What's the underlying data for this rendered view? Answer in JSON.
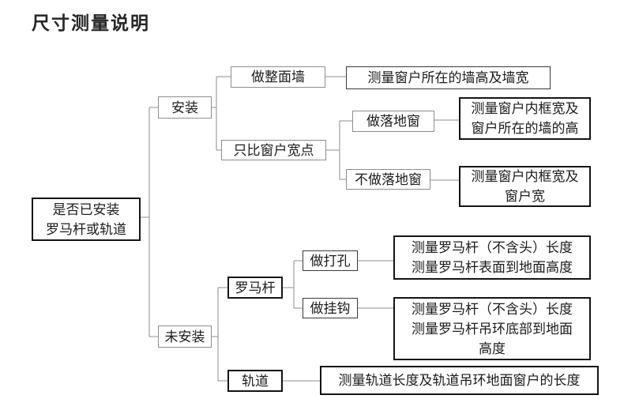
{
  "title": "尺寸测量说明",
  "colors": {
    "background": "#ffffff",
    "text": "#1c1c1c",
    "connector": "#8e8e8e",
    "border_light": "#8e8e8e",
    "border_dark": "#141414"
  },
  "flowchart": {
    "root": {
      "lines": [
        "是否已安装",
        "罗马杆或轨道"
      ]
    },
    "installed": {
      "label": "安装"
    },
    "full_wall": {
      "label": "做整面墙"
    },
    "full_wall_result": {
      "lines": [
        "测量窗户所在的墙高及墙宽"
      ]
    },
    "slightly_wider": {
      "label": "只比窗户宽点"
    },
    "floor_window": {
      "label": "做落地窗"
    },
    "floor_window_result": {
      "lines": [
        "测量窗户内框宽及",
        "窗户所在的墙的高"
      ]
    },
    "no_floor_window": {
      "label": "不做落地窗"
    },
    "no_floor_window_result": {
      "lines": [
        "测量窗户内框宽及",
        "窗户宽"
      ]
    },
    "not_installed": {
      "label": "未安装"
    },
    "roman_rod": {
      "label": "罗马杆"
    },
    "drill": {
      "label": "做打孔"
    },
    "drill_result": {
      "lines": [
        "测量罗马杆（不含头）长度",
        "测量罗马杆表面到地面高度"
      ]
    },
    "hook": {
      "label": "做挂钩"
    },
    "hook_result": {
      "lines": [
        "测量罗马杆（不含头）长度",
        "测量罗马杆吊环底部到地面",
        "高度"
      ]
    },
    "track": {
      "label": "轨道"
    },
    "track_result": {
      "lines": [
        "测量轨道长度及轨道吊环地面窗户的长度"
      ]
    }
  }
}
